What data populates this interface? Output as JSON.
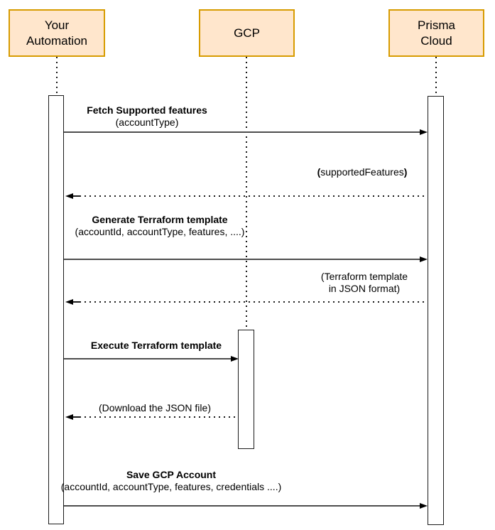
{
  "diagram_type": "sequence-diagram",
  "actors": [
    {
      "id": "your-automation",
      "lines": [
        "Your",
        "Automation"
      ]
    },
    {
      "id": "gcp",
      "lines": [
        "GCP"
      ]
    },
    {
      "id": "prisma-cloud",
      "lines": [
        "Prisma",
        "Cloud"
      ]
    }
  ],
  "messages": [
    {
      "kind": "call",
      "from": "your-automation",
      "to": "prisma-cloud",
      "title": "Fetch Supported features",
      "params": "(accountType)"
    },
    {
      "kind": "return",
      "from": "prisma-cloud",
      "to": "your-automation",
      "paren_open": "(",
      "label": "supportedFeatures",
      "paren_close": ")"
    },
    {
      "kind": "call",
      "from": "your-automation",
      "to": "prisma-cloud",
      "title": "Generate Terraform template",
      "params": "(accountId, accountType, features, ....)"
    },
    {
      "kind": "return",
      "from": "prisma-cloud",
      "to": "your-automation",
      "line1": "(Terraform template",
      "line2": "in JSON format)"
    },
    {
      "kind": "call",
      "from": "your-automation",
      "to": "gcp",
      "title": "Execute Terraform template"
    },
    {
      "kind": "return",
      "from": "gcp",
      "to": "your-automation",
      "label": "(Download the JSON file)"
    },
    {
      "kind": "call",
      "from": "your-automation",
      "to": "prisma-cloud",
      "title": "Save GCP Account",
      "params": "(accountId, accountType, features, credentials ....)"
    }
  ],
  "colors": {
    "actor_fill": "#ffe6cc",
    "actor_border": "#d79b00",
    "line": "#4d4d4d",
    "text": "#000000",
    "background": "#ffffff"
  }
}
